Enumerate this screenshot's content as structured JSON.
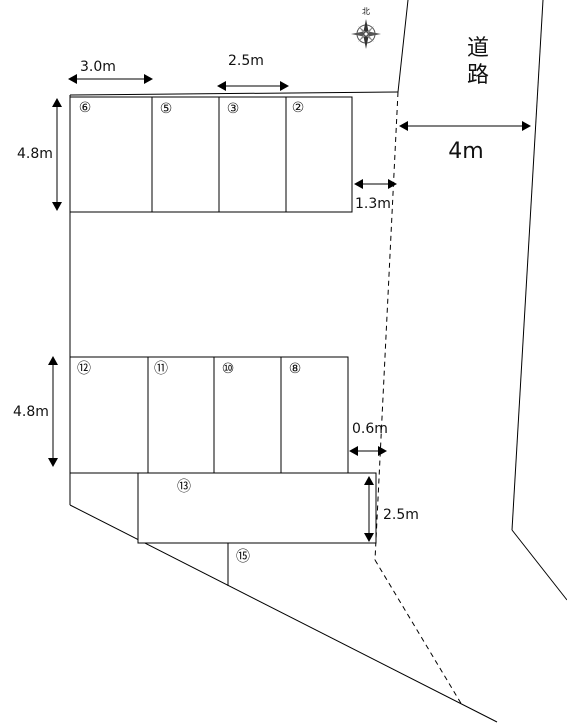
{
  "compass": {
    "label": "北"
  },
  "road": {
    "name_line1": "道",
    "name_line2": "路",
    "width": "4m"
  },
  "dimensions": {
    "slot_width_wide": "3.0m",
    "slot_width_std": "2.5m",
    "row_depth_top": "4.8m",
    "row_depth_bottom": "4.8m",
    "gap_top_right": "1.3m",
    "gap_bottom_right": "0.6m",
    "slot13_depth": "2.5m"
  },
  "slots": {
    "s6": "⑥",
    "s5": "⑤",
    "s3": "③",
    "s2": "②",
    "s12": "⑫",
    "s11": "⑪",
    "s10": "⑩",
    "s8": "⑧",
    "s13": "⑬",
    "s15": "⑮"
  }
}
